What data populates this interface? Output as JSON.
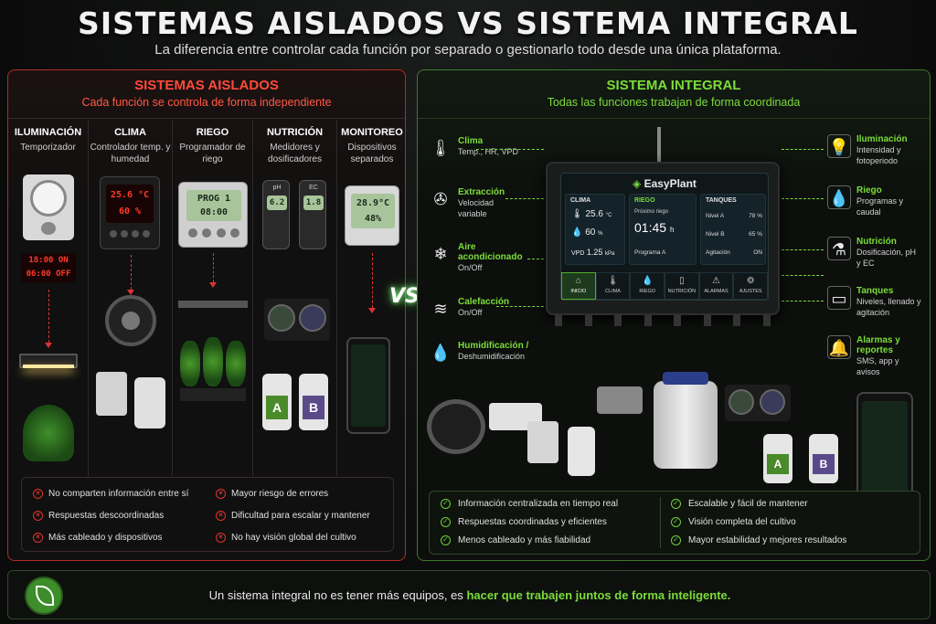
{
  "title": "SISTEMAS AISLADOS VS SISTEMA INTEGRAL",
  "subtitle": "La diferencia entre controlar cada función por separado o gestionarlo todo desde una única plataforma.",
  "vs": "VS",
  "left": {
    "heading": "SISTEMAS AISLADOS",
    "subheading": "Cada función se controla de forma independiente",
    "columns": [
      {
        "title": "ILUMINACIÓN",
        "sub": "Temporizador"
      },
      {
        "title": "CLIMA",
        "sub": "Controlador temp. y humedad"
      },
      {
        "title": "RIEGO",
        "sub": "Programador de riego"
      },
      {
        "title": "NUTRICIÓN",
        "sub": "Medidores y dosificadores"
      },
      {
        "title": "MONITOREO",
        "sub": "Dispositivos separados"
      }
    ],
    "timer_on": "18:00 ON",
    "timer_off": "06:00 OFF",
    "clima_temp": "25.6 °C",
    "clima_hum": "60 %",
    "riego_prog": "PROG 1",
    "riego_time": "08:00",
    "ph_value": "6.2",
    "ph_label": "pH",
    "ec_value": "1.8",
    "ec_label": "EC",
    "mon_temp": "28.9°C",
    "mon_hum": "48%",
    "bottle_a": "A",
    "bottle_b": "B",
    "problems": [
      "No comparten información entre sí",
      "Respuestas descoordinadas",
      "Más cableado y dispositivos",
      "Mayor riesgo de errores",
      "Dificultad para escalar y mantener",
      "No hay visión global del cultivo"
    ]
  },
  "right": {
    "heading": "SISTEMA INTEGRAL",
    "subheading": "Todas las funciones trabajan de forma coordinada",
    "left_items": [
      {
        "icon": "thermometer-icon",
        "glyph": "🌡",
        "title": "Clima",
        "sub": "Temp., HR, VPD"
      },
      {
        "icon": "fan-icon",
        "glyph": "✇",
        "title": "Extracción",
        "sub": "Velocidad variable"
      },
      {
        "icon": "snowflake-icon",
        "glyph": "❄",
        "title": "Aire acondicionado",
        "sub": "On/Off"
      },
      {
        "icon": "heat-icon",
        "glyph": "≋",
        "title": "Calefacción",
        "sub": "On/Off"
      },
      {
        "icon": "droplet-icon",
        "glyph": "💧",
        "title": "Humidificación /",
        "sub": "Deshumidificación"
      }
    ],
    "right_items": [
      {
        "icon": "bulb-icon",
        "glyph": "💡",
        "title": "Iluminación",
        "sub": "Intensidad y fotoperiodo"
      },
      {
        "icon": "water-drop-icon",
        "glyph": "💧",
        "title": "Riego",
        "sub": "Programas y caudal"
      },
      {
        "icon": "flask-icon",
        "glyph": "⚗",
        "title": "Nutrición",
        "sub": "Dosificación, pH y EC"
      },
      {
        "icon": "tank-icon",
        "glyph": "▭",
        "title": "Tanques",
        "sub": "Niveles, llenado y agitación"
      },
      {
        "icon": "bell-icon",
        "glyph": "🔔",
        "title": "Alarmas y reportes",
        "sub": "SMS, app y avisos"
      }
    ],
    "controller": {
      "brand": "EasyPlant",
      "clima": {
        "label": "CLIMA",
        "temp": "25.6",
        "temp_unit": "°C",
        "hum": "60",
        "hum_unit": "%",
        "vpd_label": "VPD",
        "vpd": "1.25",
        "vpd_unit": "kPa"
      },
      "riego": {
        "label": "RIEGO",
        "next": "Próximo riego",
        "time": "01:45",
        "unit": "h",
        "prog": "Programa A"
      },
      "tanques": {
        "label": "TANQUES",
        "a_label": "Nivel A",
        "a": "78 %",
        "b_label": "Nivel B",
        "b": "65 %",
        "agit_label": "Agitación",
        "agit": "ON"
      },
      "nav": [
        "INICIO",
        "CLIMA",
        "RIEGO",
        "NUTRICIÓN",
        "ALARMAS",
        "AJUSTES"
      ]
    },
    "bottle_a": "A",
    "bottle_b": "B",
    "benefits": [
      "Información centralizada en tiempo real",
      "Respuestas coordinadas y eficientes",
      "Menos cableado y más fiabilidad",
      "Escalable y fácil de mantener",
      "Visión completa del cultivo",
      "Mayor estabilidad y mejores resultados"
    ]
  },
  "footer": {
    "text_plain": "Un sistema integral no es tener más equipos, es",
    "text_highlight": "hacer que trabajen juntos de forma inteligente."
  },
  "colors": {
    "red": "#ff4a3a",
    "green": "#7cdc3a",
    "bg": "#0b0d0c"
  }
}
